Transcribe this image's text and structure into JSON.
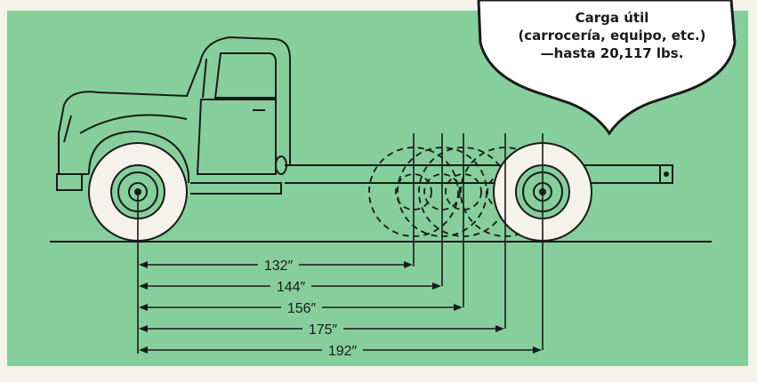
{
  "callout": {
    "line1": "Carga útil",
    "line2": "(carrocería, equipo, etc.)",
    "line3": "—hasta 20,117 lbs."
  },
  "dimensions": [
    {
      "label": "132″"
    },
    {
      "label": "144″"
    },
    {
      "label": "156″"
    },
    {
      "label": "175″"
    },
    {
      "label": "192″"
    }
  ],
  "colors": {
    "background": "#86cf9c",
    "line": "#1a1a1a",
    "callout_fill": "#ffffff"
  }
}
